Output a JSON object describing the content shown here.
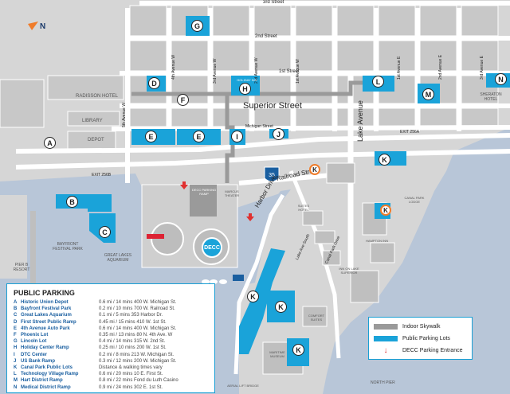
{
  "compass": "N",
  "streets": {
    "third": "3rd Street",
    "second": "2nd Street",
    "first": "1st Street",
    "superior": "Superior Street",
    "michigan": "Michigan Street",
    "railroad": "Railroad Street",
    "harbor": "Harbor Drive",
    "lake_ave": "Lake Avenue",
    "lake_ave_s": "Lake Ave South",
    "canal_park": "Canal Park Drive",
    "fifth_w": "5th Avenue W",
    "fourth_w": "4th Avenue W",
    "third_w": "3rd Avenue W",
    "second_w": "2nd Avenue W",
    "first_w": "1st Avenue W",
    "first_e": "1st Avenue E",
    "second_e": "2nd Avenue E",
    "third_e": "3rd Avenue E",
    "exit_256b": "EXIT 256B",
    "exit_256a": "EXIT 256A",
    "i35": "35"
  },
  "landmarks": {
    "radisson": "RADISSON HOTEL",
    "library": "LIBRARY",
    "depot": "DEPOT",
    "sheraton": "SHERATON HOTEL",
    "bayfront": "BAYFRONT FESTIVAL PARK",
    "great_lakes": "GREAT LAKES AQUARIUM",
    "pier_b": "PIER B RESORT",
    "decc_ramp": "DECC PARKING RAMP",
    "marcus": "MARCUS THEATER",
    "decc": "DECC",
    "suites": "SUITES HOTEL",
    "canal_lodge": "CANAL PARK LODGE",
    "hampton": "HAMPTON INN",
    "inn_lake": "INN ON LAKE SUPERIOR",
    "comfort": "COMFORT SUITES",
    "maritime": "MARITIME MUSEUM",
    "aerial": "AERIAL LIFT BRIDGE",
    "north_pier": "NORTH PIER",
    "holiday": "HOLIDAY INN"
  },
  "legend": {
    "title": "PUBLIC PARKING",
    "items": [
      {
        "letter": "A",
        "name": "Historic Union Depot",
        "detail": "0.6 mi / 14 mins 400 W. Michigan St."
      },
      {
        "letter": "B",
        "name": "Bayfront Festival Park",
        "detail": "0.2 mi / 10 mins 700 W. Railroad St."
      },
      {
        "letter": "C",
        "name": "Great Lakes Aquarium",
        "detail": "0.1 mi / 5 mins 353 Harbor Dr."
      },
      {
        "letter": "D",
        "name": "First Street Public Ramp",
        "detail": "0.45 mi / 15 mins 410 W. 1st St."
      },
      {
        "letter": "E",
        "name": "4th Avenue Auto Park",
        "detail": "0.6 mi / 14 mins 400 W. Michigan St."
      },
      {
        "letter": "F",
        "name": "Phoenix Lot",
        "detail": "0.35 mi / 13 mins 80 N. 4th Ave. W"
      },
      {
        "letter": "G",
        "name": "Lincoln Lot",
        "detail": "0.4 mi / 14 mins 315 W. 2nd St."
      },
      {
        "letter": "H",
        "name": "Holiday Center Ramp",
        "detail": "0.25 mi / 10 mins 200 W. 1st St."
      },
      {
        "letter": "I",
        "name": "DTC Center",
        "detail": "0.2 mi / 8 mins 213 W. Michigan St."
      },
      {
        "letter": "J",
        "name": "US Bank Ramp",
        "detail": "0.3 mi / 12 mins 200 W. Michigan St."
      },
      {
        "letter": "K",
        "name": "Canal Park Public Lots",
        "detail": "Distance & walking times vary"
      },
      {
        "letter": "L",
        "name": "Technology Village Ramp",
        "detail": "0.6 mi / 20 mins 10 E. First St."
      },
      {
        "letter": "M",
        "name": "Hart District Ramp",
        "detail": "0.8 mi / 22 mins Fond du Luth Casino"
      },
      {
        "letter": "N",
        "name": "Medical District Ramp",
        "detail": "0.9 mi / 24 mins 302 E. 1st St."
      }
    ]
  },
  "key": {
    "skywalk": "Indoor Skywalk",
    "lots": "Public Parking Lots",
    "entrance": "DECC Parking Entrance",
    "skywalk_color": "#9a9a9a",
    "lots_color": "#1aa3d9",
    "entrance_color": "#e03030"
  },
  "colors": {
    "water": "#b8c6d8",
    "land": "#d6d6d6",
    "block": "#bfbfbf",
    "road": "#ffffff",
    "lot": "#1aa3d9",
    "accent": "#f07c2a"
  }
}
